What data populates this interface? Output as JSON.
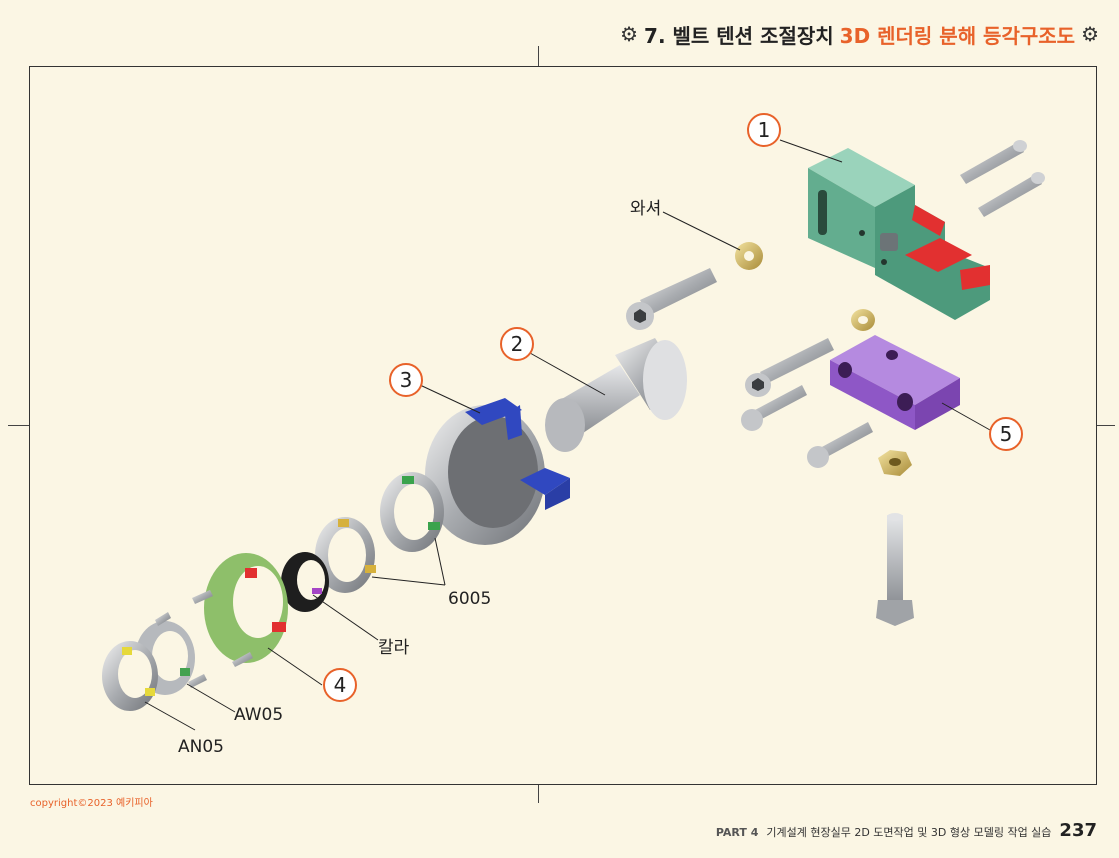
{
  "header": {
    "title_black": "7. 벨트 텐션 조절장치",
    "title_accent": "3D 렌더링 분해 등각구조도",
    "gear_icon": "gear-icon"
  },
  "callouts": {
    "c1": "1",
    "c2": "2",
    "c3": "3",
    "c4": "4",
    "c5": "5"
  },
  "labels": {
    "washer": "와셔",
    "bearing": "6005",
    "collar": "칼라",
    "lock_washer": "AW05",
    "lock_nut": "AN05"
  },
  "footer": {
    "copyright": "copyright©2023 예키피아",
    "part": "PART 4",
    "description": "기계설계 현장실무 2D 도면작업 및 3D 형상 모델링 작업 실습",
    "page_number": "237"
  },
  "colors": {
    "accent": "#e8622a",
    "part1": "#6fb89a",
    "part5": "#9a5fcf",
    "section_red": "#e23030",
    "section_blue": "#3048c0",
    "ring_green": "#8ebf6a"
  }
}
